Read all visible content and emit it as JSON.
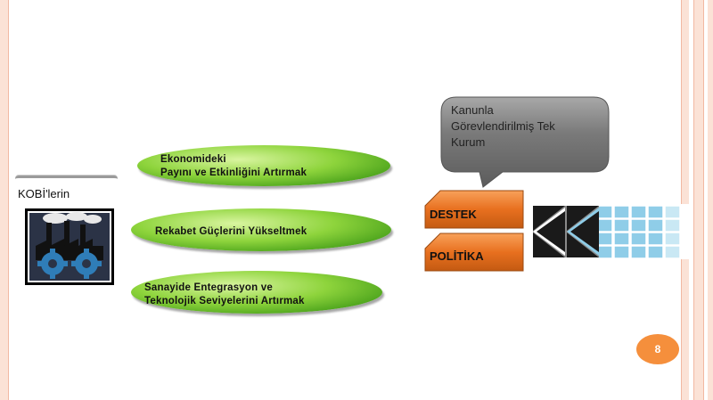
{
  "kobi": {
    "label": "KOBİ'lerin"
  },
  "goals": [
    {
      "line1": "Ekonomideki",
      "line2": "Payını ve Etkinliğini Artırmak"
    },
    {
      "line1": "Rekabet Güçlerini Yükseltmek",
      "line2": ""
    },
    {
      "line1": "Sanayide Entegrasyon ve",
      "line2": "Teknolojik Seviyelerini Artırmak"
    }
  ],
  "callout": {
    "line1": "Kanunla",
    "line2": "Görevlendirilmiş Tek",
    "line3": "Kurum"
  },
  "boxes": {
    "destek": "DESTEK",
    "politika": "POLİTİKA"
  },
  "slide": {
    "page_number": "8"
  },
  "colors": {
    "frame": "#fbe2d6",
    "green": "#6cbf2a",
    "orange": "#e8701f",
    "callout_gray": "#707070",
    "logo_blue": "#8fcde8"
  },
  "icons": {
    "factory": "factory-gears-icon",
    "logo": "kosgeb-logo"
  }
}
